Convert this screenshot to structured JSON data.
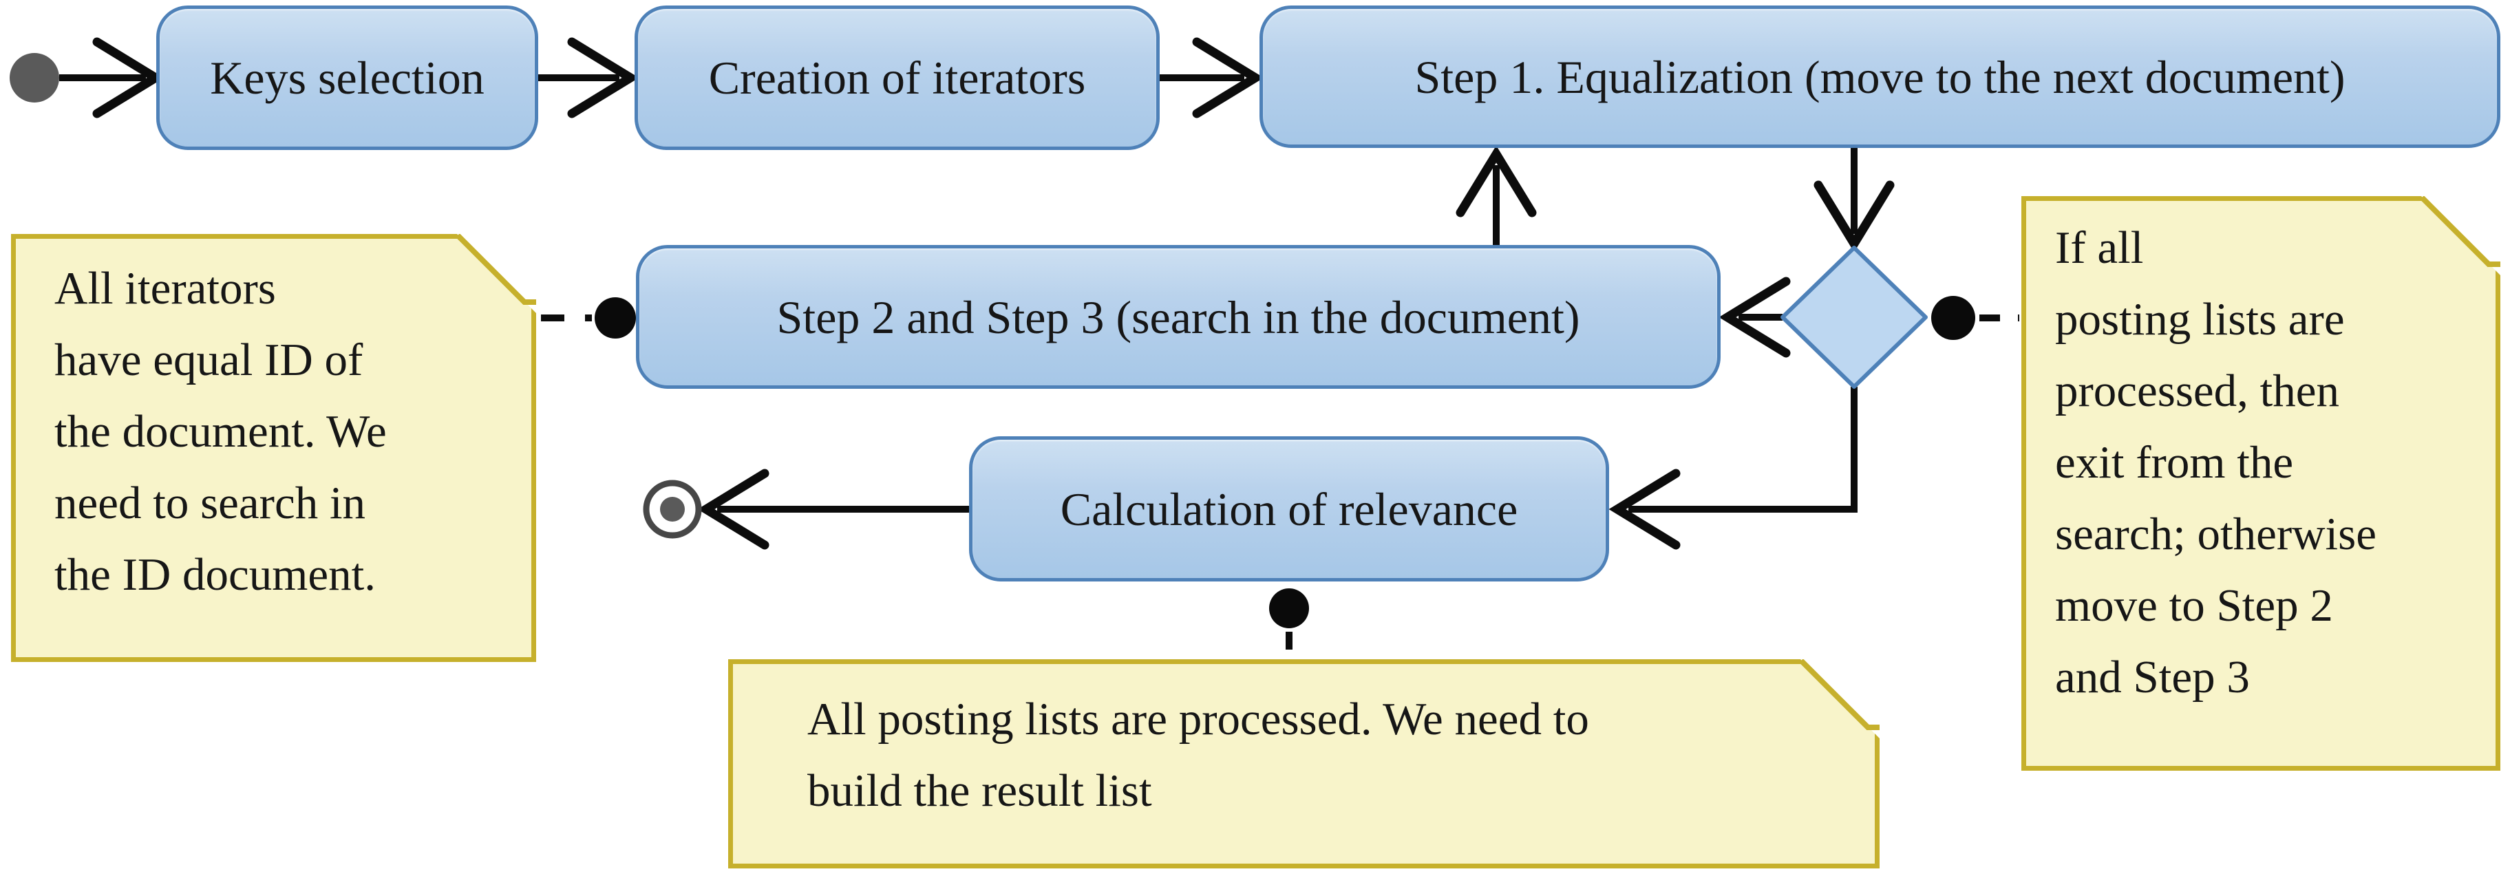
{
  "diagram": {
    "type": "uml-activity-diagram",
    "nodes": {
      "start": {
        "kind": "initial-node"
      },
      "keys": {
        "label": "Keys selection"
      },
      "iterators": {
        "label": "Creation of iterators"
      },
      "step1": {
        "label": "Step 1. Equalization (move to the next document)"
      },
      "step23": {
        "label": "Step 2 and Step 3 (search in the document)"
      },
      "relevance": {
        "label": "Calculation of relevance"
      },
      "decision": {
        "kind": "decision-diamond"
      },
      "end": {
        "kind": "final-node"
      }
    },
    "notes": {
      "left": {
        "lines": [
          "All iterators",
          "have equal ID of",
          "the document. We",
          "need to search in",
          "the ID document."
        ],
        "attached_to": "step23"
      },
      "right": {
        "lines": [
          "If all",
          "posting lists are",
          "processed, then",
          "exit from the",
          "search; otherwise",
          "move to Step 2",
          "and Step 3"
        ],
        "attached_to": "decision"
      },
      "bottom": {
        "lines": [
          "All posting lists are processed. We need to",
          "build the result list"
        ],
        "attached_to": "relevance"
      }
    },
    "colors": {
      "activity_fill_top": "#cde0f2",
      "activity_fill_bottom": "#a6c7e7",
      "activity_border": "#4e81b8",
      "diamond_fill": "#bdd7f1",
      "note_fill": "#f8f4ca",
      "note_border": "#c6b02c",
      "connector": "#0c0c0c",
      "start_node": "#5a5a5a",
      "text": "#161616",
      "background": "#ffffff"
    }
  }
}
